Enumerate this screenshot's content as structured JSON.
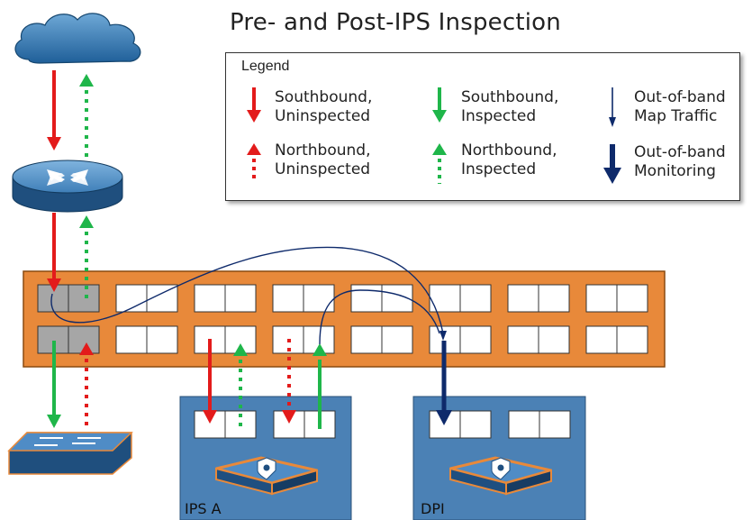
{
  "title": "Pre- and Post-IPS Inspection",
  "legend": {
    "title": "Legend",
    "items": [
      {
        "line1": "Southbound,",
        "line2": "Uninspected",
        "color": "#e31b1b",
        "style": "solid",
        "direction": "down"
      },
      {
        "line1": "Northbound,",
        "line2": "Uninspected",
        "color": "#e31b1b",
        "style": "dotted",
        "direction": "up"
      },
      {
        "line1": "Southbound,",
        "line2": "Inspected",
        "color": "#1fb64a",
        "style": "solid",
        "direction": "down"
      },
      {
        "line1": "Northbound,",
        "line2": "Inspected",
        "color": "#1fb64a",
        "style": "dotted",
        "direction": "up"
      },
      {
        "line1": "Out-of-band",
        "line2": "Map Traffic",
        "color": "#0e2a6b",
        "style": "thin",
        "direction": "down"
      },
      {
        "line1": "Out-of-band",
        "line2": "Monitoring",
        "color": "#0e2a6b",
        "style": "thick",
        "direction": "down"
      }
    ]
  },
  "devices": {
    "ips_label": "IPS A",
    "dpi_label": "DPI",
    "cloud_icon": "cloud-icon",
    "router_icon": "router-icon",
    "switch_icon": "switch-icon",
    "appliance_icon": "security-appliance-icon"
  },
  "colors": {
    "orange": "#e8893a",
    "device_blue": "#4b81b5",
    "red": "#e31b1b",
    "green": "#1fb64a",
    "navy": "#0e2a6b",
    "port_gray": "#a6a6a6"
  }
}
